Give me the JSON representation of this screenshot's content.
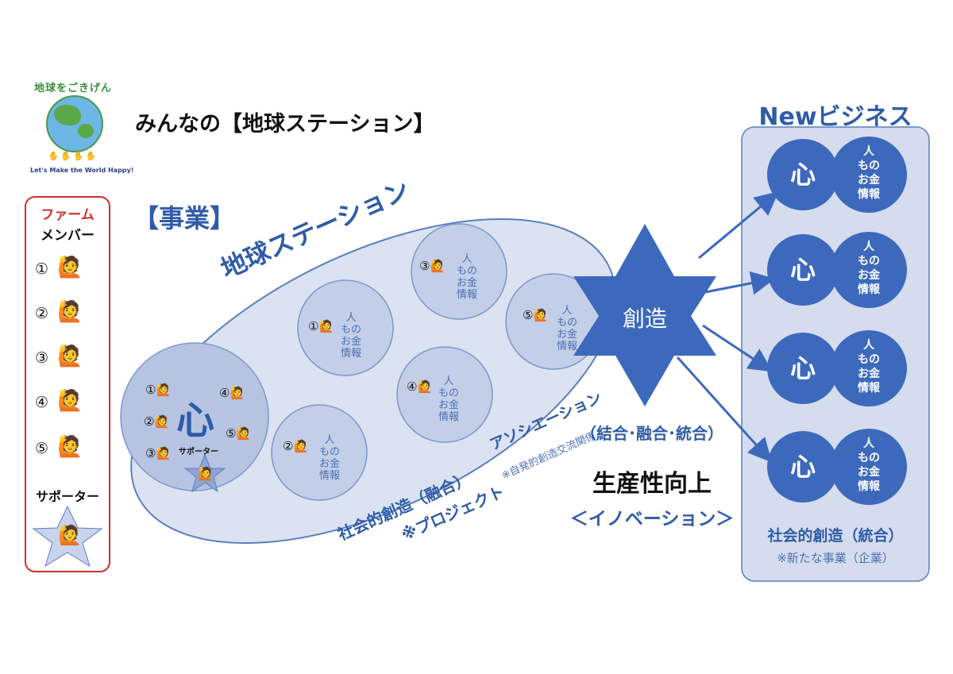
{
  "logo": {
    "arc_text": "地球をごきげんに！",
    "tagline": "Let's Make the World Happy!"
  },
  "header": {
    "title": "みんなの【地球ステーション】"
  },
  "farm": {
    "title": "ファーム",
    "members_label": "メンバー",
    "members": [
      "①",
      "②",
      "③",
      "④",
      "⑤"
    ],
    "supporter_label": "サポーター"
  },
  "business": {
    "label": "【事業】",
    "ellipse_title": "地球ステーション",
    "association": "アソシエーション",
    "association_note": "※自発的創造交流関係",
    "social": "社会的創造（融合）",
    "project": "※プロジェクト",
    "core": {
      "kokoro": "心",
      "supporter": "サポーター",
      "nums": [
        "①",
        "②",
        "③",
        "④",
        "⑤"
      ]
    },
    "resource_lines": [
      "人",
      "もの",
      "お金",
      "情報"
    ],
    "circles": [
      {
        "num": "①"
      },
      {
        "num": "②"
      },
      {
        "num": "③"
      },
      {
        "num": "④"
      },
      {
        "num": "⑤"
      }
    ]
  },
  "center": {
    "star_label": "創造",
    "combine": "（結合･融合･統合）",
    "productivity": "生産性向上",
    "innovation": "＜イノベーション＞"
  },
  "new_business": {
    "title": "Newビジネス",
    "kokoro": "心",
    "resource_lines": [
      "人",
      "もの",
      "お金",
      "情報"
    ],
    "footer": "社会的創造（統合）",
    "footer_note": "※新たな事業（企業）"
  },
  "colors": {
    "dark_blue": "#2f5ca8",
    "node_blue": "#3d69bd",
    "light_fill": "#d5dcee",
    "circle_fill": "#b6c4e2",
    "red": "#d03030"
  }
}
